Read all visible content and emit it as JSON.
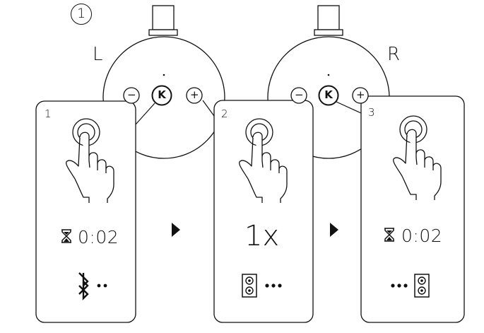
{
  "figure": {
    "label": "1",
    "left_speaker": {
      "side": "L",
      "brand_button": "K",
      "minus": "−",
      "plus": "+"
    },
    "right_speaker": {
      "side": "R",
      "brand_button": "K",
      "minus": "−",
      "plus": "+"
    }
  },
  "steps": [
    {
      "number": "1",
      "timer": "0:02",
      "icon": "bluetooth-icon"
    },
    {
      "number": "2",
      "count": "1x",
      "icon": "speaker-icon"
    },
    {
      "number": "3",
      "timer": "0:02",
      "icon": "speaker-icon"
    }
  ]
}
